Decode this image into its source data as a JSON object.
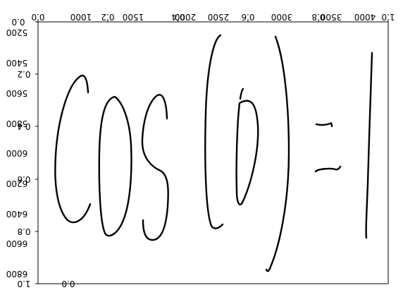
{
  "figure": {
    "top_ticks_a": [
      "0.0",
      "0.2",
      "0.4",
      "0.6",
      "0.8",
      "1.0"
    ],
    "top_ticks_b": [
      "1000",
      "1500",
      "2000",
      "2500",
      "3000",
      "3500",
      "4000"
    ],
    "left_ticks_a": [
      "0.0",
      "0.2",
      "0.4",
      "0.6",
      "0.8",
      "1.0"
    ],
    "left_ticks_b": [
      "5200",
      "5400",
      "5600",
      "5800",
      "6000",
      "6200",
      "6400",
      "6600",
      "6800"
    ],
    "bottom_residual": "0.0"
  },
  "handwriting": {
    "expression": "cos(θ)=1",
    "glyphs": [
      "c",
      "o",
      "s",
      "(",
      "θ",
      ")",
      "=",
      "1"
    ]
  }
}
